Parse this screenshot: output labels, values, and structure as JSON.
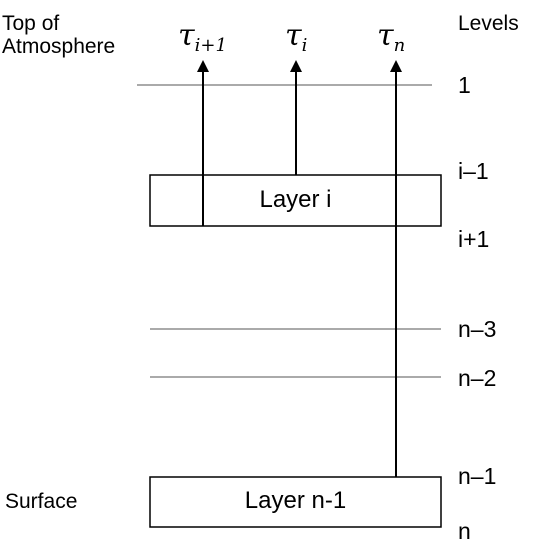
{
  "labels": {
    "top_of_atmosphere": "Top of\nAtmosphere",
    "levels_heading": "Levels",
    "surface": "Surface"
  },
  "taus": {
    "tau_i_plus_1": {
      "symbol": "τ",
      "sub": "i+1"
    },
    "tau_i": {
      "symbol": "τ",
      "sub": "i"
    },
    "tau_n": {
      "symbol": "τ",
      "sub": "n"
    }
  },
  "layers": {
    "layer_i": "Layer i",
    "layer_n_minus_1": "Layer n-1"
  },
  "levels": {
    "level_1": "1",
    "level_i_minus_1": "i–1",
    "level_i_plus_1": "i+1",
    "level_n_minus_3": "n–3",
    "level_n_minus_2": "n–2",
    "level_n_minus_1": "n–1",
    "level_n": "n"
  },
  "colors": {
    "line": "#000000",
    "thin_line": "#555555",
    "box_fill": "#ffffff"
  }
}
